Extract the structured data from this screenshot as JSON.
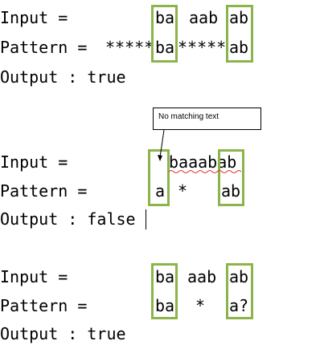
{
  "colors": {
    "box": "#8cb44a",
    "squiggle": "#e03030"
  },
  "example1": {
    "input_label": "Input =",
    "input_seg1": "ba",
    "input_seg2": "aab",
    "input_seg3": "ab",
    "pattern_label": "Pattern =",
    "pattern_seg1": "*****",
    "pattern_seg2": "ba",
    "pattern_seg3": "*****",
    "pattern_seg4": "ab",
    "output": "Output : true"
  },
  "example2": {
    "input_label": "Input =",
    "input_text": "baaabab",
    "pattern_label": "Pattern =",
    "pattern_seg1": "a",
    "pattern_seg2": "*",
    "pattern_seg3": "ab",
    "output": "Output : false",
    "callout": "No matching text"
  },
  "example3": {
    "input_label": "Input =",
    "input_seg1": "ba",
    "input_seg2": "aab",
    "input_seg3": "ab",
    "pattern_label": "Pattern =",
    "pattern_seg1": "ba",
    "pattern_seg2": "*",
    "pattern_seg3": "a?",
    "output": "Output : true"
  }
}
